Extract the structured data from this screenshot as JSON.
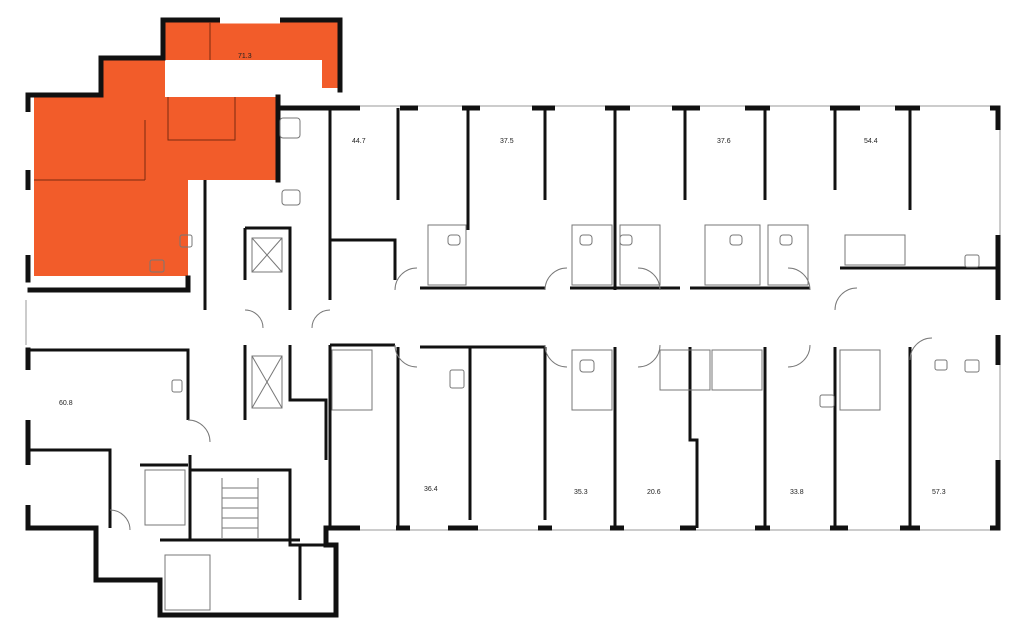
{
  "floorplan": {
    "highlight_color": "#F25C2A",
    "wall_color": "#111111",
    "thin_line_color": "#9a9a9a",
    "units": [
      {
        "id": "u71",
        "area": "71.3",
        "highlighted": true
      },
      {
        "id": "u447",
        "area": "44.7",
        "highlighted": false
      },
      {
        "id": "u375",
        "area": "37.5",
        "highlighted": false
      },
      {
        "id": "u376",
        "area": "37.6",
        "highlighted": false
      },
      {
        "id": "u544",
        "area": "54.4",
        "highlighted": false
      },
      {
        "id": "u608",
        "area": "60.8",
        "highlighted": false
      },
      {
        "id": "u364",
        "area": "36.4",
        "highlighted": false
      },
      {
        "id": "u353",
        "area": "35.3",
        "highlighted": false
      },
      {
        "id": "u206",
        "area": "20.6",
        "highlighted": false
      },
      {
        "id": "u338",
        "area": "33.8",
        "highlighted": false
      },
      {
        "id": "u573",
        "area": "57.3",
        "highlighted": false
      }
    ]
  }
}
